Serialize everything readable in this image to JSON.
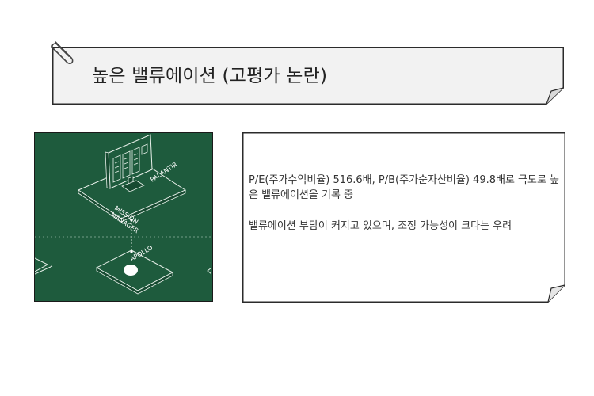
{
  "title": "높은 밸류에이션 (고평가 논란)",
  "illustration": {
    "labels": {
      "top_platform": "PALANTIR",
      "top_platform_sub_1": "MISSION",
      "top_platform_sub_2": "MANAGER",
      "bottom_platform": "APOLLO"
    }
  },
  "content": {
    "paragraph_1": "P/E(주가수익비율) 516.6배, P/B(주가순자산비율) 49.8배로 극도로 높은 밸류에이션을 기록 중",
    "paragraph_2": "밸류에이션 부담이 커지고 있으며, 조정 가능성이 크다는 우려"
  },
  "colors": {
    "illustration_bg": "#1e5b3d",
    "note_bg_title": "#f2f2f2",
    "note_bg_content": "#ffffff",
    "border": "#2b2b2b"
  }
}
